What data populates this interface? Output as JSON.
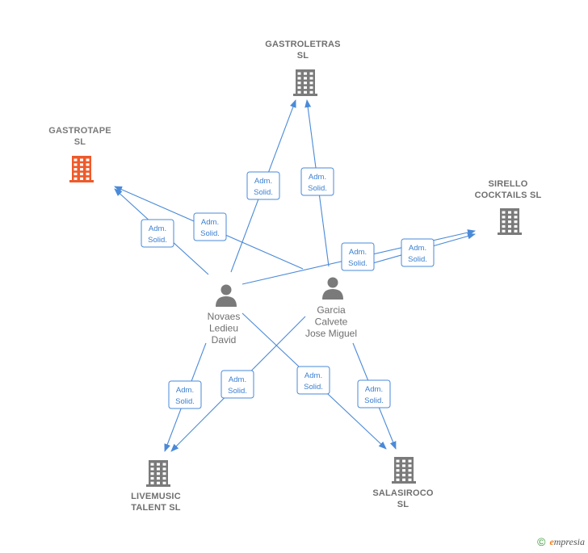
{
  "colors": {
    "edge": "#4a8ad8",
    "building": "#7a7a7a",
    "building_highlight": "#ef5a2a",
    "person": "#7a7a7a",
    "box_border": "#4a8ad8"
  },
  "companies": [
    {
      "id": "gastroletras",
      "lines": [
        "GASTROLETRAS",
        "SL"
      ],
      "highlight": false
    },
    {
      "id": "gastrotape",
      "lines": [
        "GASTROTAPE",
        "SL"
      ],
      "highlight": true
    },
    {
      "id": "sirello",
      "lines": [
        "SIRELLO",
        "COCKTAILS SL"
      ],
      "highlight": false
    },
    {
      "id": "livemusic",
      "lines": [
        "LIVEMUSIC",
        "TALENT  SL"
      ],
      "highlight": false
    },
    {
      "id": "salasiroco",
      "lines": [
        "SALASIROCO",
        "SL"
      ],
      "highlight": false
    }
  ],
  "persons": [
    {
      "id": "novaes",
      "lines": [
        "Novaes",
        "Ledieu",
        "David"
      ]
    },
    {
      "id": "garcia",
      "lines": [
        "Garcia",
        "Calvete",
        "Jose Miguel"
      ]
    }
  ],
  "relations": [
    {
      "from": "novaes",
      "to": "gastroletras",
      "label": [
        "Adm.",
        "Solid."
      ]
    },
    {
      "from": "garcia",
      "to": "gastroletras",
      "label": [
        "Adm.",
        "Solid."
      ]
    },
    {
      "from": "novaes",
      "to": "gastrotape",
      "label": [
        "Adm.",
        "Solid."
      ]
    },
    {
      "from": "garcia",
      "to": "gastrotape",
      "label": [
        "Adm.",
        "Solid."
      ]
    },
    {
      "from": "novaes",
      "to": "sirello",
      "label": [
        "Adm.",
        "Solid."
      ]
    },
    {
      "from": "garcia",
      "to": "sirello",
      "label": [
        "Adm.",
        "Solid."
      ]
    },
    {
      "from": "novaes",
      "to": "livemusic",
      "label": [
        "Adm.",
        "Solid."
      ]
    },
    {
      "from": "garcia",
      "to": "livemusic",
      "label": [
        "Adm.",
        "Solid."
      ]
    },
    {
      "from": "novaes",
      "to": "salasiroco",
      "label": [
        "Adm.",
        "Solid."
      ]
    },
    {
      "from": "garcia",
      "to": "salasiroco",
      "label": [
        "Adm.",
        "Solid."
      ]
    }
  ],
  "footer": {
    "copyright": "©",
    "brand_initial": "e",
    "brand_rest": "mpresia"
  }
}
